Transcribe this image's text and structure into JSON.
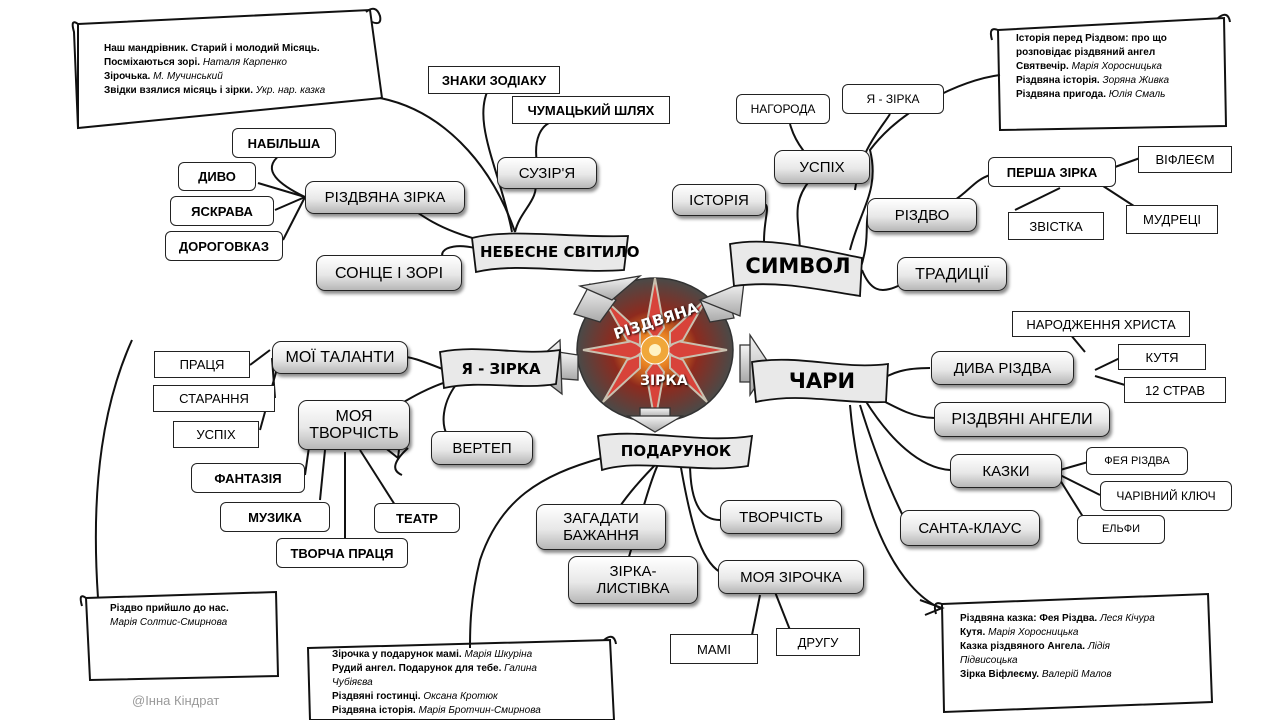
{
  "branches": {
    "sky": {
      "title": "НЕБЕСНЕ СВІТИЛО",
      "constellation": "СУЗІР'Я",
      "zodiac": "ЗНАКИ ЗОДІАКУ",
      "milky_way": "ЧУМАЦЬКИЙ ШЛЯХ",
      "christmas_star": "РІЗДВЯНА ЗІРКА",
      "biggest": "НАБІЛЬША",
      "miracle": "ДИВО",
      "bright": "ЯСКРАВА",
      "guide": "ДОРОГОВКАЗ",
      "sun_stars": "СОНЦЕ І ЗОРІ"
    },
    "symbol": {
      "title": "СИМВОЛ",
      "history": "ІСТОРІЯ",
      "success": "УСПІХ",
      "reward": "НАГОРОДА",
      "i_am_star": "Я - ЗІРКА",
      "christmas": "РІЗДВО",
      "first_star": "ПЕРША ЗІРКА",
      "bethlehem": "ВІФЛЕЄМ",
      "news": "ЗВІСТКА",
      "magi": "МУДРЕЦІ",
      "traditions": "ТРАДИЦІЇ"
    },
    "magic": {
      "title": "ЧАРИ",
      "miracles": "ДИВА РІЗДВА",
      "nativity": "НАРОДЖЕННЯ ХРИСТА",
      "kutia": "КУТЯ",
      "dishes": "12 СТРАВ",
      "angels": "РІЗДВЯНІ АНГЕЛИ",
      "tales": "КАЗКИ",
      "fairy": "ФЕЯ РІЗДВА",
      "magic_key": "ЧАРІВНИЙ КЛЮЧ",
      "elves": "ЕЛЬФИ",
      "santa": "САНТА-КЛАУС"
    },
    "gift": {
      "title": "ПОДАРУНОК",
      "wish": "ЗАГАДАТИ БАЖАННЯ",
      "creativity": "ТВОРЧІСТЬ",
      "star_leaf": "ЗІРКА-ЛИСТІВКА",
      "my_star": "МОЯ ЗІРОЧКА",
      "mom": "МАМІ",
      "friend": "ДРУГУ"
    },
    "me": {
      "title": "Я - ЗІРКА",
      "talents": "МОЇ ТАЛАНТИ",
      "work": "ПРАЦЯ",
      "diligence": "СТАРАННЯ",
      "success": "УСПІХ",
      "my_creativity": "МОЯ ТВОРЧІСТЬ",
      "fantasy": "ФАНТАЗІЯ",
      "music": "МУЗИКА",
      "theatre": "ТЕАТР",
      "creative_work": "ТВОРЧА ПРАЦЯ",
      "vertep": "ВЕРТЕП"
    }
  },
  "center": {
    "line1": "РІЗДВЯНА",
    "line2": "ЗІРКА"
  },
  "scrolls": {
    "top_left": [
      {
        "b": "Наш мандрівник. Старий і молодий Місяць.",
        "i": ""
      },
      {
        "b": "Посміхаються зорі.",
        "i": "Наталя Карпенко"
      },
      {
        "b": "Зірочька.",
        "i": "М. Мучинський"
      },
      {
        "b": "Звідки взялися місяць і зірки.",
        "i": "Укр. нар. казка"
      }
    ],
    "top_right": [
      {
        "b": "Історія перед Різдвом: про що",
        "i": ""
      },
      {
        "b": "розповідає різдвяний ангел",
        "i": ""
      },
      {
        "b": "Святвечір.",
        "i": "Марія Хоросницька"
      },
      {
        "b": "Різдвяна історія.",
        "i": "Зоряна Живка"
      },
      {
        "b": "Різдвяна пригода.",
        "i": "Юлія Смаль"
      }
    ],
    "bottom_left": [
      {
        "b": "Різдво прийшло до нас.",
        "i": ""
      },
      {
        "b": "",
        "i": "Марія Солтис-Смирнова"
      }
    ],
    "bottom_center": [
      {
        "b": "Зірочка у подарунок мамі.",
        "i": "Марія Шкурінa"
      },
      {
        "b": "Рудий ангел. Подарунок для тебе.",
        "i": "Галина"
      },
      {
        "b": "",
        "i": "Чубіяєва"
      },
      {
        "b": "Різдвяні гостинці.",
        "i": "Оксана Кротюк"
      },
      {
        "b": "Різдвяна історія.",
        "i": "Марія Бротчин-Смирнова"
      }
    ],
    "bottom_right": [
      {
        "b": "Різдвяна казка: Фея Різдва.",
        "i": "Леся Кічура"
      },
      {
        "b": "Кутя.",
        "i": "Марія Хоросницька"
      },
      {
        "b": "Казка різдвяного Ангела.",
        "i": "Лідія"
      },
      {
        "b": "",
        "i": "Підвисоцька"
      },
      {
        "b": "Зірка Віфлеєму.",
        "i": "Валерій Малов"
      }
    ]
  },
  "watermark": "@Інна Кіндрат",
  "colors": {
    "ribbon_fill": "#e9e9e9",
    "line": "#111111",
    "pill_top": "#ffffff",
    "pill_bottom": "#b7b7b7",
    "center_red": "#c0392b",
    "center_orange": "#e67e22"
  }
}
